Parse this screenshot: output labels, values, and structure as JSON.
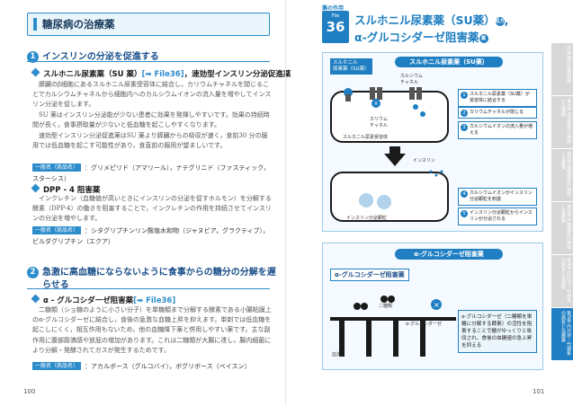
{
  "left_page": {
    "chapter_title": "糖尿病の治療薬",
    "section1": {
      "number": "1",
      "heading": "インスリンの分泌を促進する",
      "su": {
        "title": "スルホニル尿素薬（SU 薬）",
        "link": "[➡ File36]",
        "title_suffix": "，速効型インスリン分泌促進薬",
        "body1": "膵臓のβ細胞にあるスルホニル尿素受容体に結合し，カリウムチャネルを閉じることでカルシウムチャネルから細胞内へのカルシウムイオンの流入量を増やしてインスリン分泌を促します。",
        "body2": "SU 薬はインスリン分泌能が少ない患者に効果を発揮しやすいです。効果の持続時間が長く，食事摂取量が少ないと低血糖を起こしやすくなります。",
        "body3": "速効型インスリン分泌促進薬はSU 薬より膵臓からの吸収が速く，食前30 分の服用では低血糖を起こす可能性があり，食直前の服用が望ましいです。",
        "generic_tag": "一般名（商品名）",
        "generic": "：グリメピリド（アマリール），ナテグリニド（ファスティック，",
        "generic_cont": "スターシス）"
      },
      "dpp4": {
        "title": "DPP - 4 阻害薬",
        "body": "インクレチン（血糖値が高いときにインスリンの分泌を促すホルモン）を分解する酵素（DPP-4）の働きを阻害することで，インクレチンの作用を持続させてインスリンの分泌を増やします。",
        "generic_tag": "一般名（商品名）",
        "generic": "：シタグリプチンリン酸塩水和物（ジャヌビア，グラクティブ），",
        "generic_cont": "ビルダグリプチン（エクア）"
      }
    },
    "section2": {
      "number": "2",
      "heading_line1": "急激に高血糖にならないように食事からの糖分の分解を遅",
      "heading_line2": "らせる",
      "ag": {
        "title": "α - グルコシダーゼ阻害薬",
        "link": "[➡ File36]",
        "body": "二糖類（ショ糖のように小さい分子）を単糖類まで分解する酵素である小腸粘膜上のα-グルコシダーゼに結合し，食後の急激な血糖上昇を抑えます。単剤では低血糖を起こしにくく，相互作用もないため，他の血糖降下薬と併用しやすい薬です。主な副作用に腹部膨満感や放屁の増加があります。これは二糖類が大腸に達し，腸内細菌により分解・発酵されてガスが発生するためです。",
        "generic_tag": "一般名（商品名）",
        "generic": "：アカルボース（グルコバイ），ボグリボース（ベイスン）"
      }
    },
    "page_number": "100"
  },
  "right_page": {
    "badge_top": "薬の作用",
    "file_label": "File",
    "file_number": "36",
    "title_line1": "スルホニル尿素薬（SU薬）",
    "title_line1_mark": "処方",
    "title_line1_comma": ",",
    "title_line2": "α-グルコシダーゼ阻害薬",
    "title_line2_mark": "薬",
    "su_diagram": {
      "header": "スルホニル尿素薬（SU薬）",
      "drug_callout": "スルホニル\n尿素薬（SU薬）",
      "label_receptor": "スルホニル尿素受容体",
      "label_k": "カリウム\nチャネル",
      "label_ca": "カルシウム\nチャネル",
      "label_insulin": "インスリン",
      "label_insulin_granule": "インスリン分泌顆粒",
      "steps": [
        {
          "num": "1",
          "text": "スルホニル尿素薬（SU薬）が受容体に結合する"
        },
        {
          "num": "2",
          "text": "カリウムチャネルが閉じる"
        },
        {
          "num": "3",
          "text": "カルシウムイオンの流入量が増える"
        },
        {
          "num": "4",
          "text": "カルシウムイオンがインスリン分泌顆粒を刺激"
        },
        {
          "num": "5",
          "text": "インスリン分泌顆粒からインスリンが分泌される"
        }
      ]
    },
    "ag_diagram": {
      "header": "α-グルコシダーゼ阻害薬",
      "drug_label": "α-グルコシダーゼ阻害薬",
      "label_disaccharide": "二糖類",
      "label_enzyme": "α-グルコシダーゼ",
      "label_blood": "血流",
      "description": "α-グルコシダーゼ（二糖類を単糖に分解する酵素）の活性を阻害することで糖がゆっくりと吸収され，食後の血糖値の急上昇を抑える"
    },
    "tabs": [
      {
        "label": "序章 薬の基礎知識",
        "active": false
      },
      {
        "label": "第1章 消化器系の病気と治療薬",
        "active": false
      },
      {
        "label": "第2章 循環器系の病気と治療薬",
        "active": false
      },
      {
        "label": "第3章 呼吸器系の病気と治療薬",
        "active": false
      },
      {
        "label": "第4章 内分泌・代謝系の病気と治療薬",
        "active": false
      },
      {
        "label": "第5章 内分泌・代謝系の病気と治療薬",
        "active": true
      }
    ],
    "page_number": "101"
  },
  "colors": {
    "accent": "#1f7fc2",
    "accent_light": "#eaf5fc",
    "heading": "#1a4f8a"
  }
}
